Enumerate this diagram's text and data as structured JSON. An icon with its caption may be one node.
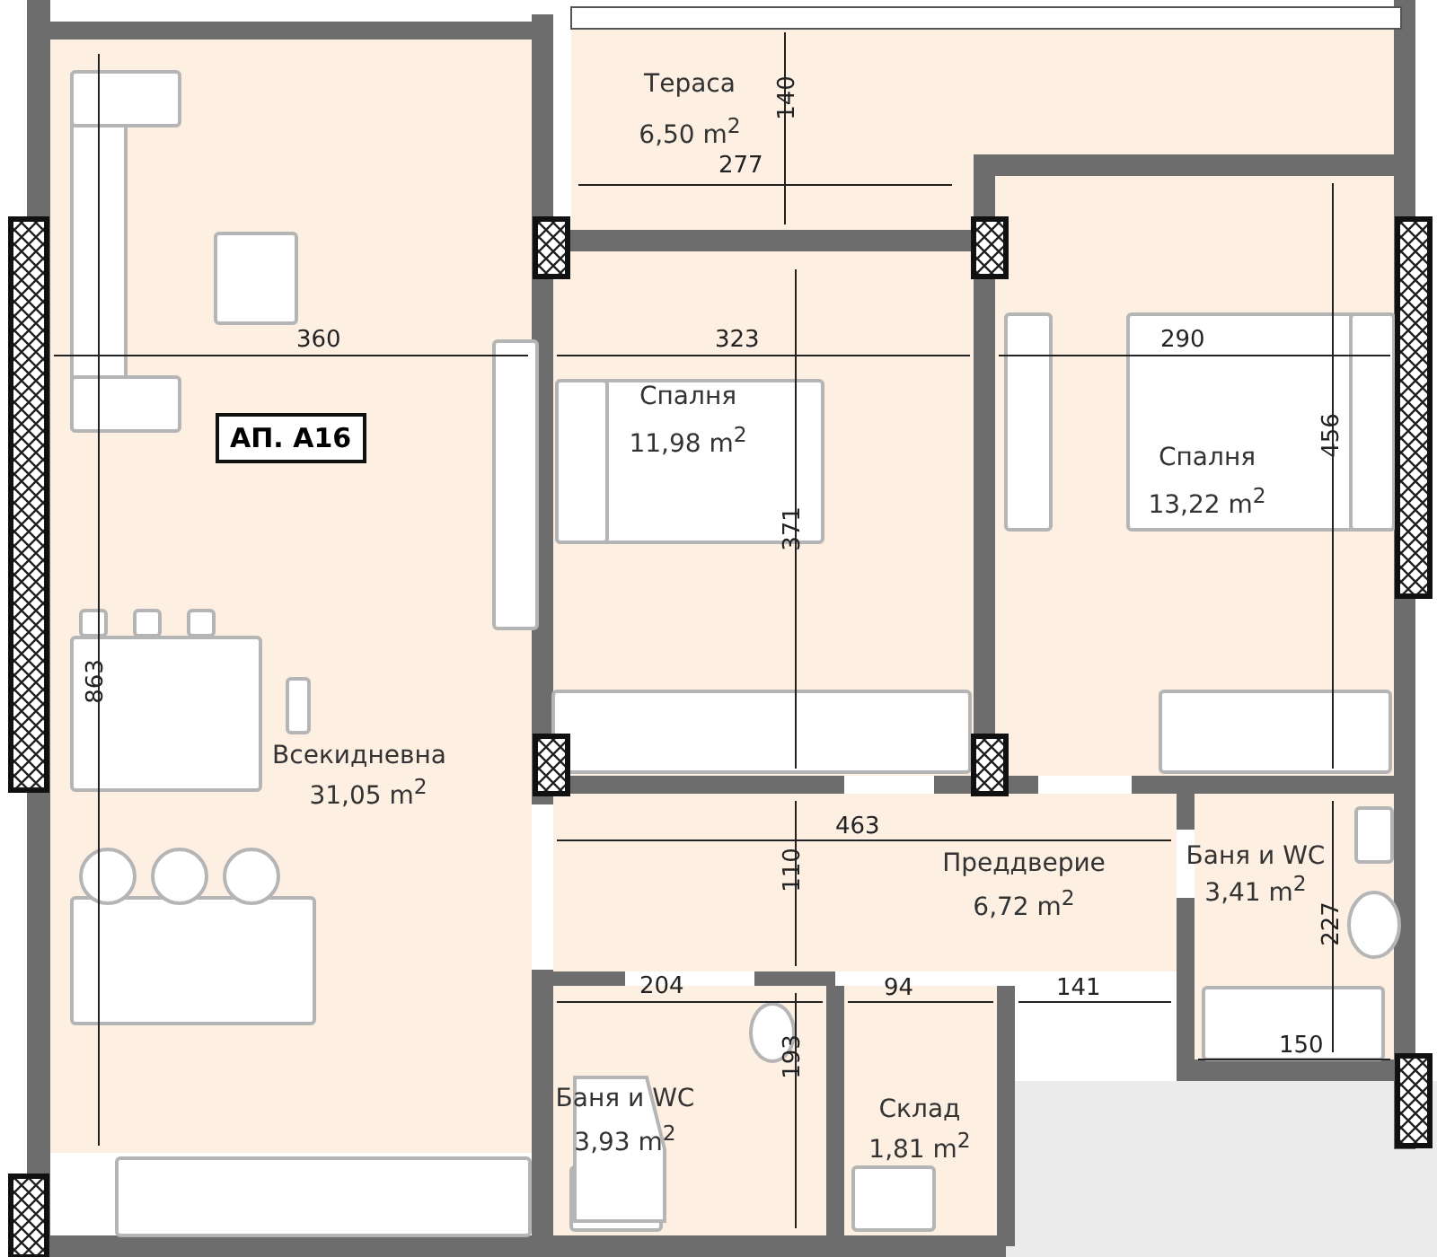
{
  "diagram": {
    "nodes": [
      {
        "text": [
          "Тераса",
          "6,50 m$^{2}$"
        ]
      },
      {
        "text": [
          "Всекидневна",
          "31,05 m$^{2}$"
        ]
      },
      {
        "text": [
          "АП. А16"
        ],
        "in": 1
      },
      {
        "text": [
          "Спалня",
          "11,98 m$^{2}$"
        ]
      },
      {
        "text": [
          "Спалня",
          "13,22 m$^{2}$"
        ]
      },
      {
        "text": [
          "Преддверие",
          "6,72 m$^{2}$"
        ]
      },
      {
        "text": [
          "Баня и WC",
          "3,41 m$^{2}$"
        ]
      },
      {
        "text": [
          "Баня и WC",
          "3,93 m$^{2}$"
        ]
      },
      {
        "text": [
          "Склад",
          "1,81 m$^{2}$"
        ]
      }
    ],
    "labels": [
      "140",
      "277",
      "360",
      "323",
      "290",
      "456",
      "371",
      "863",
      "463",
      "110",
      "227",
      "204",
      "94",
      "141",
      "150",
      "193"
    ]
  }
}
